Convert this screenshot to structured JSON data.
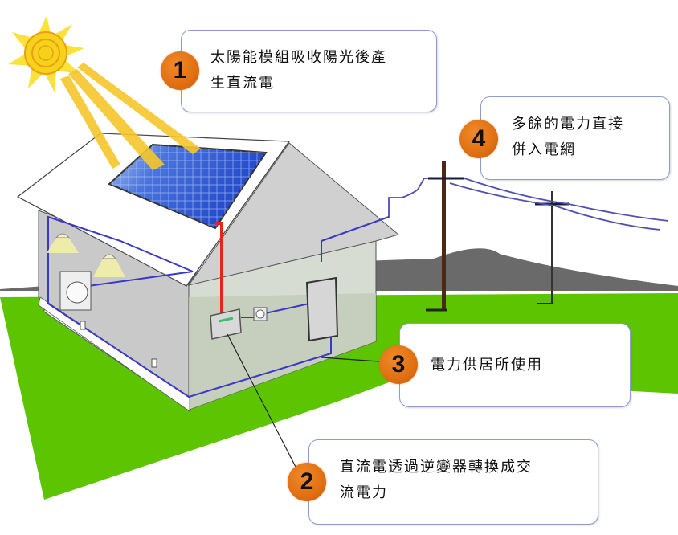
{
  "diagram": {
    "title": "Grid-tied solar power system",
    "colors": {
      "ground": "#5cc400",
      "mountain": "#6a6a6a",
      "panel": "#2a52d8",
      "dc_wire": "#e8221c",
      "ac_wire": "#3a38c8",
      "badge": "#e06f12",
      "sun": "#f7d21a",
      "callout_border": "#8e9ccc"
    },
    "icons": [
      "sun-icon",
      "solar-panel-icon",
      "house-icon",
      "inverter-icon",
      "meter-icon",
      "breaker-panel-icon",
      "utility-pole-icon",
      "ceiling-lamp-icon",
      "washing-machine-icon",
      "wall-outlet-icon"
    ],
    "steps": [
      {
        "number": "1",
        "lines": [
          "太陽能模組吸收陽光後產",
          "生直流電"
        ]
      },
      {
        "number": "2",
        "lines": [
          "直流電透過逆變器轉換成交",
          "流電力"
        ]
      },
      {
        "number": "3",
        "lines": [
          "電力供居所使用"
        ]
      },
      {
        "number": "4",
        "lines": [
          "多餘的電力直接",
          "併入電網"
        ]
      }
    ]
  }
}
